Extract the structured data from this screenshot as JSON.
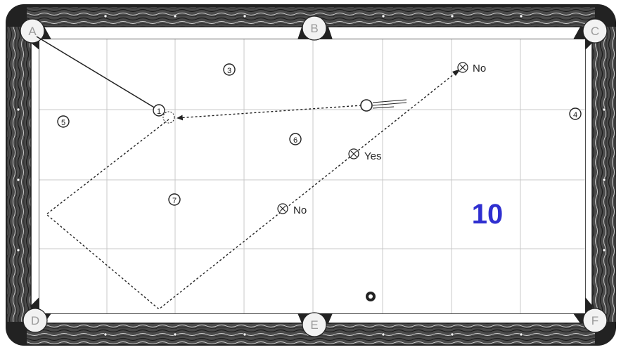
{
  "pockets": [
    "A",
    "B",
    "C",
    "D",
    "E",
    "F"
  ],
  "balls": [
    "1",
    "3",
    "4",
    "5",
    "6",
    "7"
  ],
  "markers": [
    {
      "label": "No"
    },
    {
      "label": "Yes"
    },
    {
      "label": "No"
    }
  ],
  "drill_number": "10",
  "colors": {
    "rail": "#3a3a3a",
    "rail_edge": "#111111",
    "cloth": "#ffffff",
    "grid": "#c8c8c8",
    "line": "#222222",
    "number": "#2f2fd0",
    "pocket_fill": "#f2f2f2",
    "pocket_text": "#9a9a9a"
  }
}
